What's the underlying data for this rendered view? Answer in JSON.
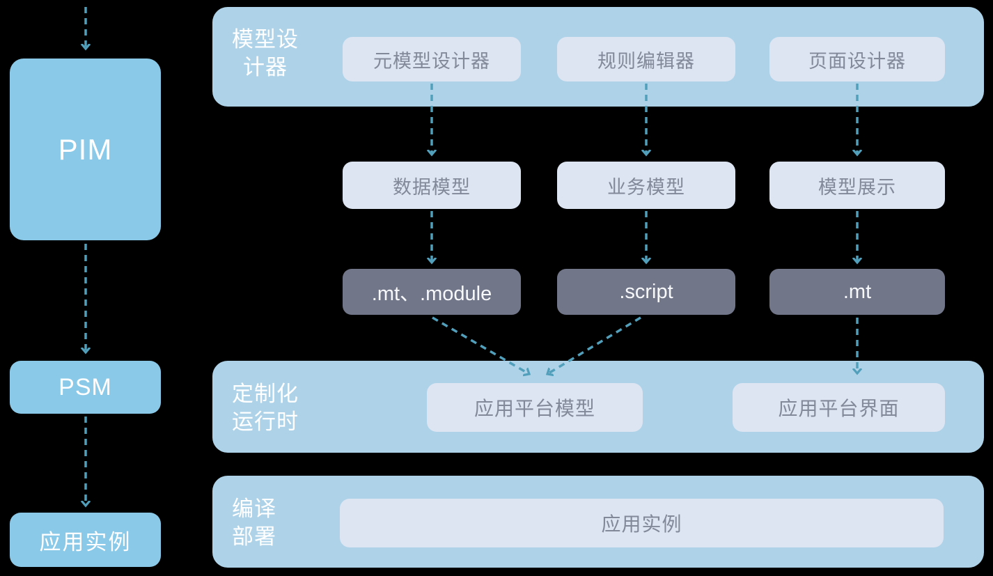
{
  "colors": {
    "background": "#000000",
    "left_flow_box": "#8bc9e8",
    "section_container": "#aed3e9",
    "light_box": "#dde4f2",
    "dark_box": "#717689",
    "light_box_text": "#828a99",
    "white_text": "#ffffff",
    "arrow": "#519fba"
  },
  "left_flow": {
    "pim_label": "PIM",
    "psm_label": "PSM",
    "instance_label": "应用实例"
  },
  "model_designer_section": {
    "label": "模型设计器",
    "designers": [
      "元模型设计器",
      "规则编辑器",
      "页面设计器"
    ]
  },
  "model_row": [
    "数据模型",
    "业务模型",
    "模型展示"
  ],
  "artifact_row": [
    ".mt、.module",
    ".script",
    ".mt"
  ],
  "runtime_section": {
    "label": "定制化运行时",
    "platform_model_label": "应用平台模型",
    "platform_ui_label": "应用平台界面"
  },
  "deploy_section": {
    "label": "编译部署",
    "instance_label": "应用实例"
  }
}
